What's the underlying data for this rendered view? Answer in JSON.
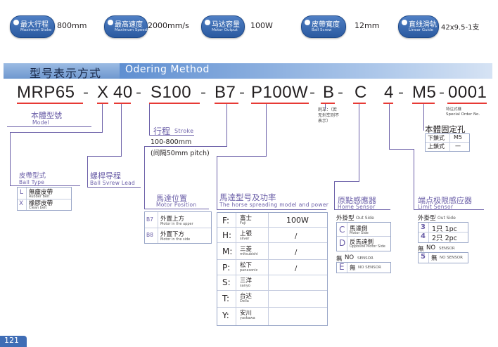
{
  "specs": [
    {
      "zh": "最大行程",
      "en": "Maximum Stoke",
      "value": "800mm"
    },
    {
      "zh": "最高速度",
      "en": "Maximum Speed",
      "value": "2000mm/s"
    },
    {
      "zh": "马达容量",
      "en": "Motor Output",
      "value": "100W"
    },
    {
      "zh": "皮帶寬度",
      "en": "Ball Screw",
      "value": "12mm"
    },
    {
      "zh": "直线滑轨",
      "en": "Linear Guide",
      "value": "42x9.5-1支"
    }
  ],
  "header": {
    "zh": "型号表示方式",
    "en": "Odering Method"
  },
  "code": {
    "model": "MRP65",
    "x": "X",
    "x_val": "40",
    "s": "S100",
    "b": "B7",
    "p": "P100W",
    "dir": "B",
    "c": "C",
    "lim": "4",
    "hole": "M5",
    "order": "0001",
    "dash": "-"
  },
  "model_label": {
    "zh": "本體型號",
    "en": "Model"
  },
  "stroke": {
    "zh": "行程",
    "en": "Stroke",
    "range": "100-800mm",
    "note": "(间隔50mm pitch)"
  },
  "belt": {
    "zh": "皮帶型式",
    "en": "Ball Type",
    "rows": [
      {
        "key": "L",
        "zh": "無塵皮帶",
        "en": "Rubber Belt"
      },
      {
        "key": "X",
        "zh": "橡膠皮帶",
        "en": "Clean belt"
      }
    ]
  },
  "lead": {
    "zh": "螺桿导程",
    "en": "Ball Svrew Lead"
  },
  "motor_pos": {
    "zh": "馬達位置",
    "en": "Motor Position",
    "rows": [
      {
        "key": "B7",
        "zh": "外置上方",
        "en": "Motor in the upper"
      },
      {
        "key": "B8",
        "zh": "外置下方",
        "en": "Motor in the side"
      }
    ]
  },
  "motor_type": {
    "zh": "馬達型号及功率",
    "en": "The horse spreading model and power",
    "rows": [
      {
        "key": "F:",
        "zh": "富士",
        "en": "Fuji",
        "val": "100W"
      },
      {
        "key": "H:",
        "zh": "上银",
        "en": "silver",
        "val": "/"
      },
      {
        "key": "M:",
        "zh": "三菱",
        "en": "mitsubishi",
        "val": "/"
      },
      {
        "key": "P:",
        "zh": "松下",
        "en": "panasonic",
        "val": "/"
      },
      {
        "key": "S:",
        "zh": "三洋",
        "en": "sanyo",
        "val": ""
      },
      {
        "key": "T:",
        "zh": "台达",
        "en": "Della",
        "val": ""
      },
      {
        "key": "Y:",
        "zh": "安川",
        "en": "yaskawa",
        "val": ""
      }
    ]
  },
  "dir_note": [
    "刺车：（若",
    "无刹车则不",
    "表示）"
  ],
  "home": {
    "zh": "原點感應器",
    "en": "Home Sensor",
    "out_zh": "外掛型",
    "out_en": "Out Side",
    "rows": [
      {
        "key": "C",
        "zh": "馬達側",
        "en": "Motor Side"
      },
      {
        "key": "D",
        "zh": "反馬達側",
        "en": "Opposite Motor Side"
      }
    ],
    "no_zh": "無",
    "no_en": "NO",
    "no_sensor": "SENSOR",
    "e_key": "E",
    "e_zh": "無",
    "e_en": "NO SENSOR"
  },
  "limit": {
    "zh": "端点极限感应器",
    "en": "Limit Sensor",
    "out_zh": "外掛型",
    "out_en": "Out Side",
    "rows": [
      {
        "key": "3",
        "txt": "1只 1pc"
      },
      {
        "key": "4",
        "txt": "2只 2pc"
      }
    ],
    "no_zh": "無",
    "no_en": "NO",
    "no_sensor": "SENSOR",
    "five_key": "5",
    "five_zh": "無",
    "five_en": "NO SENSOR"
  },
  "special": {
    "zh": "特注式樣",
    "en": "Special Order No."
  },
  "fixhole": {
    "zh": "本體固定孔",
    "rows": [
      {
        "k": "下鎖式",
        "v": "M5"
      },
      {
        "k": "上鎖式",
        "v": "一"
      }
    ]
  },
  "page": "121"
}
